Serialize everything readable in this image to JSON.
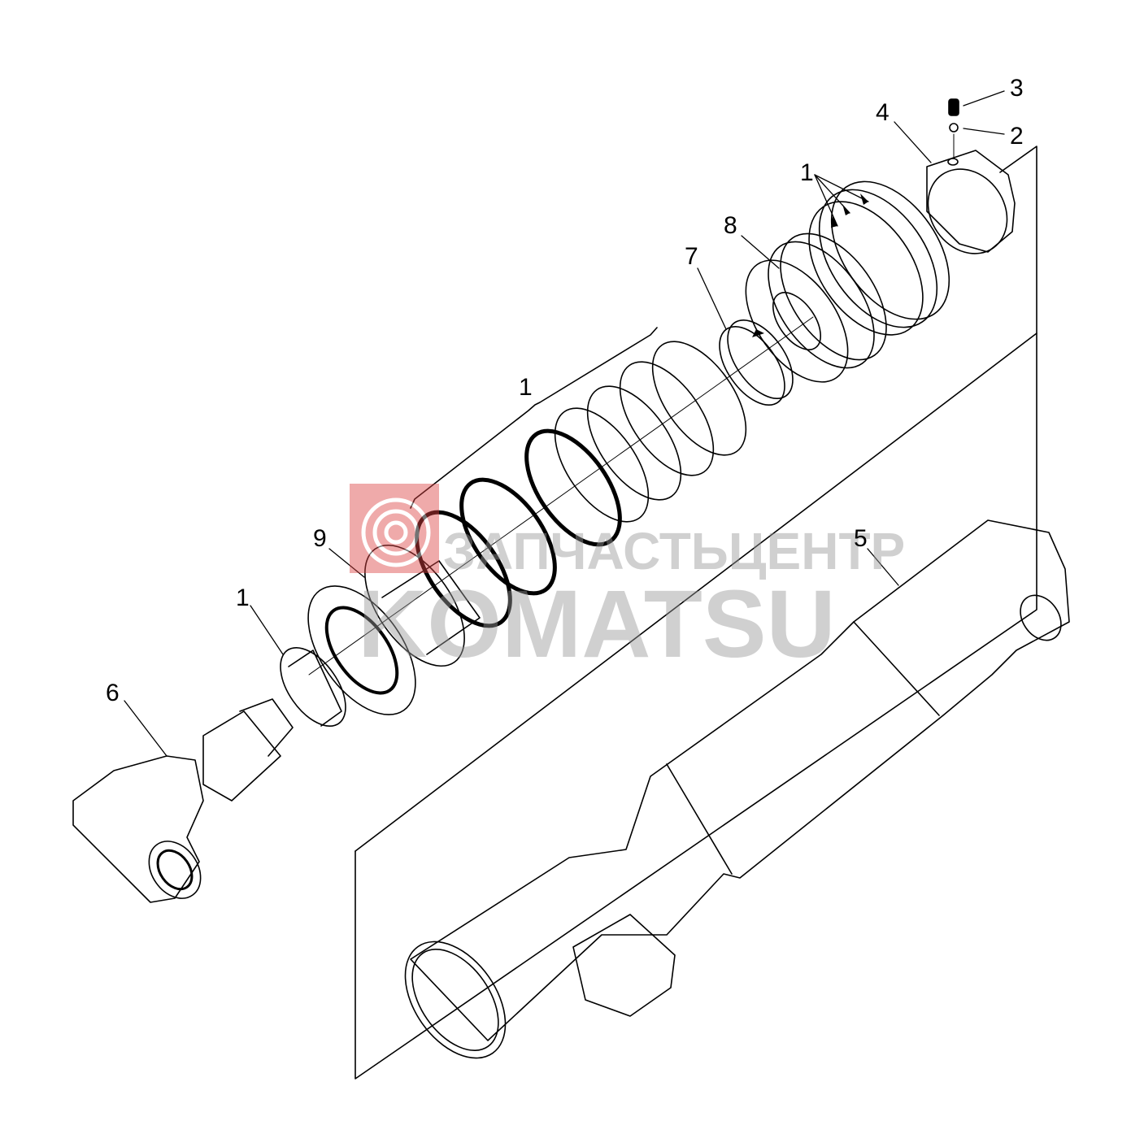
{
  "callouts": [
    {
      "id": "c1",
      "label": "1"
    },
    {
      "id": "c2",
      "label": "2"
    },
    {
      "id": "c3",
      "label": "3"
    },
    {
      "id": "c4",
      "label": "4"
    },
    {
      "id": "c1b",
      "label": "1"
    },
    {
      "id": "c8",
      "label": "8"
    },
    {
      "id": "c7",
      "label": "7"
    },
    {
      "id": "c1c",
      "label": "1"
    },
    {
      "id": "c9",
      "label": "9"
    },
    {
      "id": "c1d",
      "label": "1"
    },
    {
      "id": "c6",
      "label": "6"
    },
    {
      "id": "c5",
      "label": "5"
    }
  ],
  "watermark": {
    "line1": "ЗАПЧАСТЬЦЕНТР",
    "line2": "KOMATSU",
    "color": "#cc3333"
  },
  "colors": {
    "line": "#000000",
    "background": "#ffffff"
  }
}
